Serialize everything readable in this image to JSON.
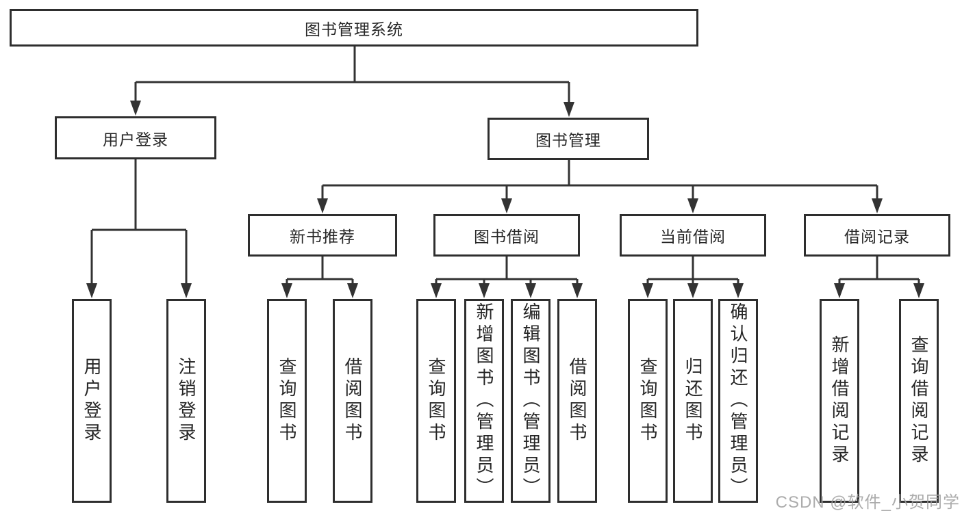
{
  "diagram": {
    "title_node": {
      "label": "图书管理系统"
    },
    "level2": [
      {
        "id": "user-login",
        "label": "用户登录"
      },
      {
        "id": "book-management",
        "label": "图书管理"
      }
    ],
    "level3": [
      {
        "id": "new-book-recommend",
        "label": "新书推荐",
        "parent": "图书管理"
      },
      {
        "id": "book-borrowing",
        "label": "图书借阅",
        "parent": "图书管理"
      },
      {
        "id": "current-borrowing",
        "label": "当前借阅",
        "parent": "图书管理"
      },
      {
        "id": "borrowing-records",
        "label": "借阅记录",
        "parent": "图书管理"
      }
    ],
    "leaves": [
      {
        "label": "用户登录",
        "parent": "用户登录"
      },
      {
        "label": "注销登录",
        "parent": "用户登录"
      },
      {
        "label": "查询图书",
        "parent": "新书推荐"
      },
      {
        "label": "借阅图书",
        "parent": "新书推荐"
      },
      {
        "label": "查询图书",
        "parent": "图书借阅"
      },
      {
        "label": "新增图书（管理员）",
        "parent": "图书借阅"
      },
      {
        "label": "编辑图书（管理员）",
        "parent": "图书借阅"
      },
      {
        "label": "借阅图书",
        "parent": "图书借阅"
      },
      {
        "label": "查询图书",
        "parent": "当前借阅"
      },
      {
        "label": "归还图书",
        "parent": "当前借阅"
      },
      {
        "label": "确认归还（管理员）",
        "parent": "当前借阅"
      },
      {
        "label": "新增借阅记录",
        "parent": "借阅记录"
      },
      {
        "label": "查询借阅记录",
        "parent": "借阅记录"
      }
    ],
    "colors": {
      "line": "#333333",
      "box_border": "#2e2e2e",
      "box_background": "#ffffff",
      "text": "#262626",
      "watermark": "#9e9e9e"
    },
    "watermark": "CSDN @软件_小贺同学"
  }
}
